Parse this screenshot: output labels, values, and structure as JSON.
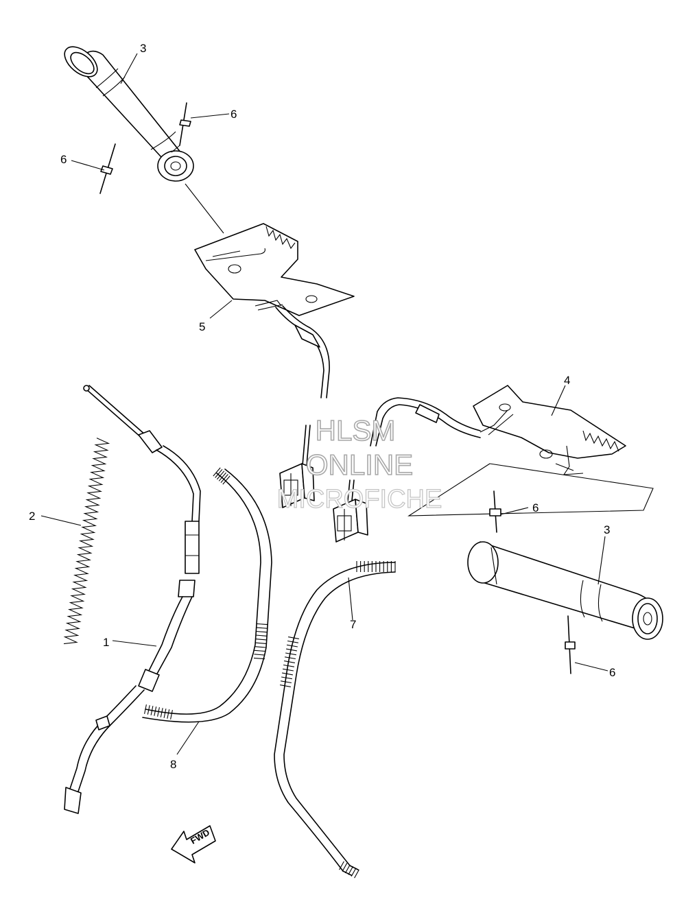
{
  "callouts": {
    "c1": "1",
    "c2": "2",
    "c3_top": "3",
    "c3_right": "3",
    "c4": "4",
    "c5": "5",
    "c6_a": "6",
    "c6_b": "6",
    "c6_c": "6",
    "c6_d": "6",
    "c7": "7",
    "c8": "8"
  },
  "fwd_label": "FWD",
  "watermark": {
    "line1": "HLSM",
    "line2": "ONLINE",
    "line3": "MICROFICHE"
  }
}
